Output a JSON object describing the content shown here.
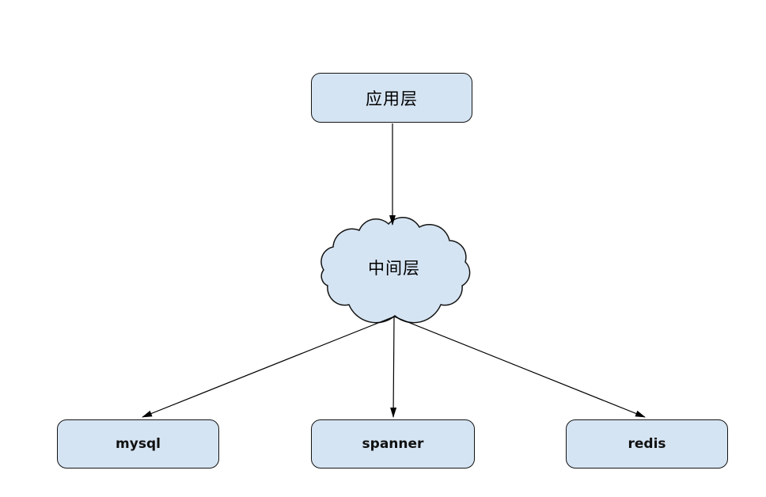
{
  "canvas": {
    "background": "#ffffff",
    "node_fill": "#d5e4f3",
    "node_border": "#141414",
    "line_color": "#000000"
  },
  "nodes": {
    "app": {
      "label": "应用层",
      "shape": "rounded-rectangle"
    },
    "middle": {
      "label": "中间层",
      "shape": "cloud"
    },
    "mysql": {
      "label": "mysql",
      "shape": "rounded-rectangle"
    },
    "spanner": {
      "label": "spanner",
      "shape": "rounded-rectangle"
    },
    "redis": {
      "label": "redis",
      "shape": "rounded-rectangle"
    }
  },
  "edges": [
    {
      "from": "应用层",
      "to": "中间层",
      "style": "arrow"
    },
    {
      "from": "中间层",
      "to": "mysql",
      "style": "arrow"
    },
    {
      "from": "中间层",
      "to": "spanner",
      "style": "arrow"
    },
    {
      "from": "中间层",
      "to": "redis",
      "style": "arrow"
    }
  ]
}
